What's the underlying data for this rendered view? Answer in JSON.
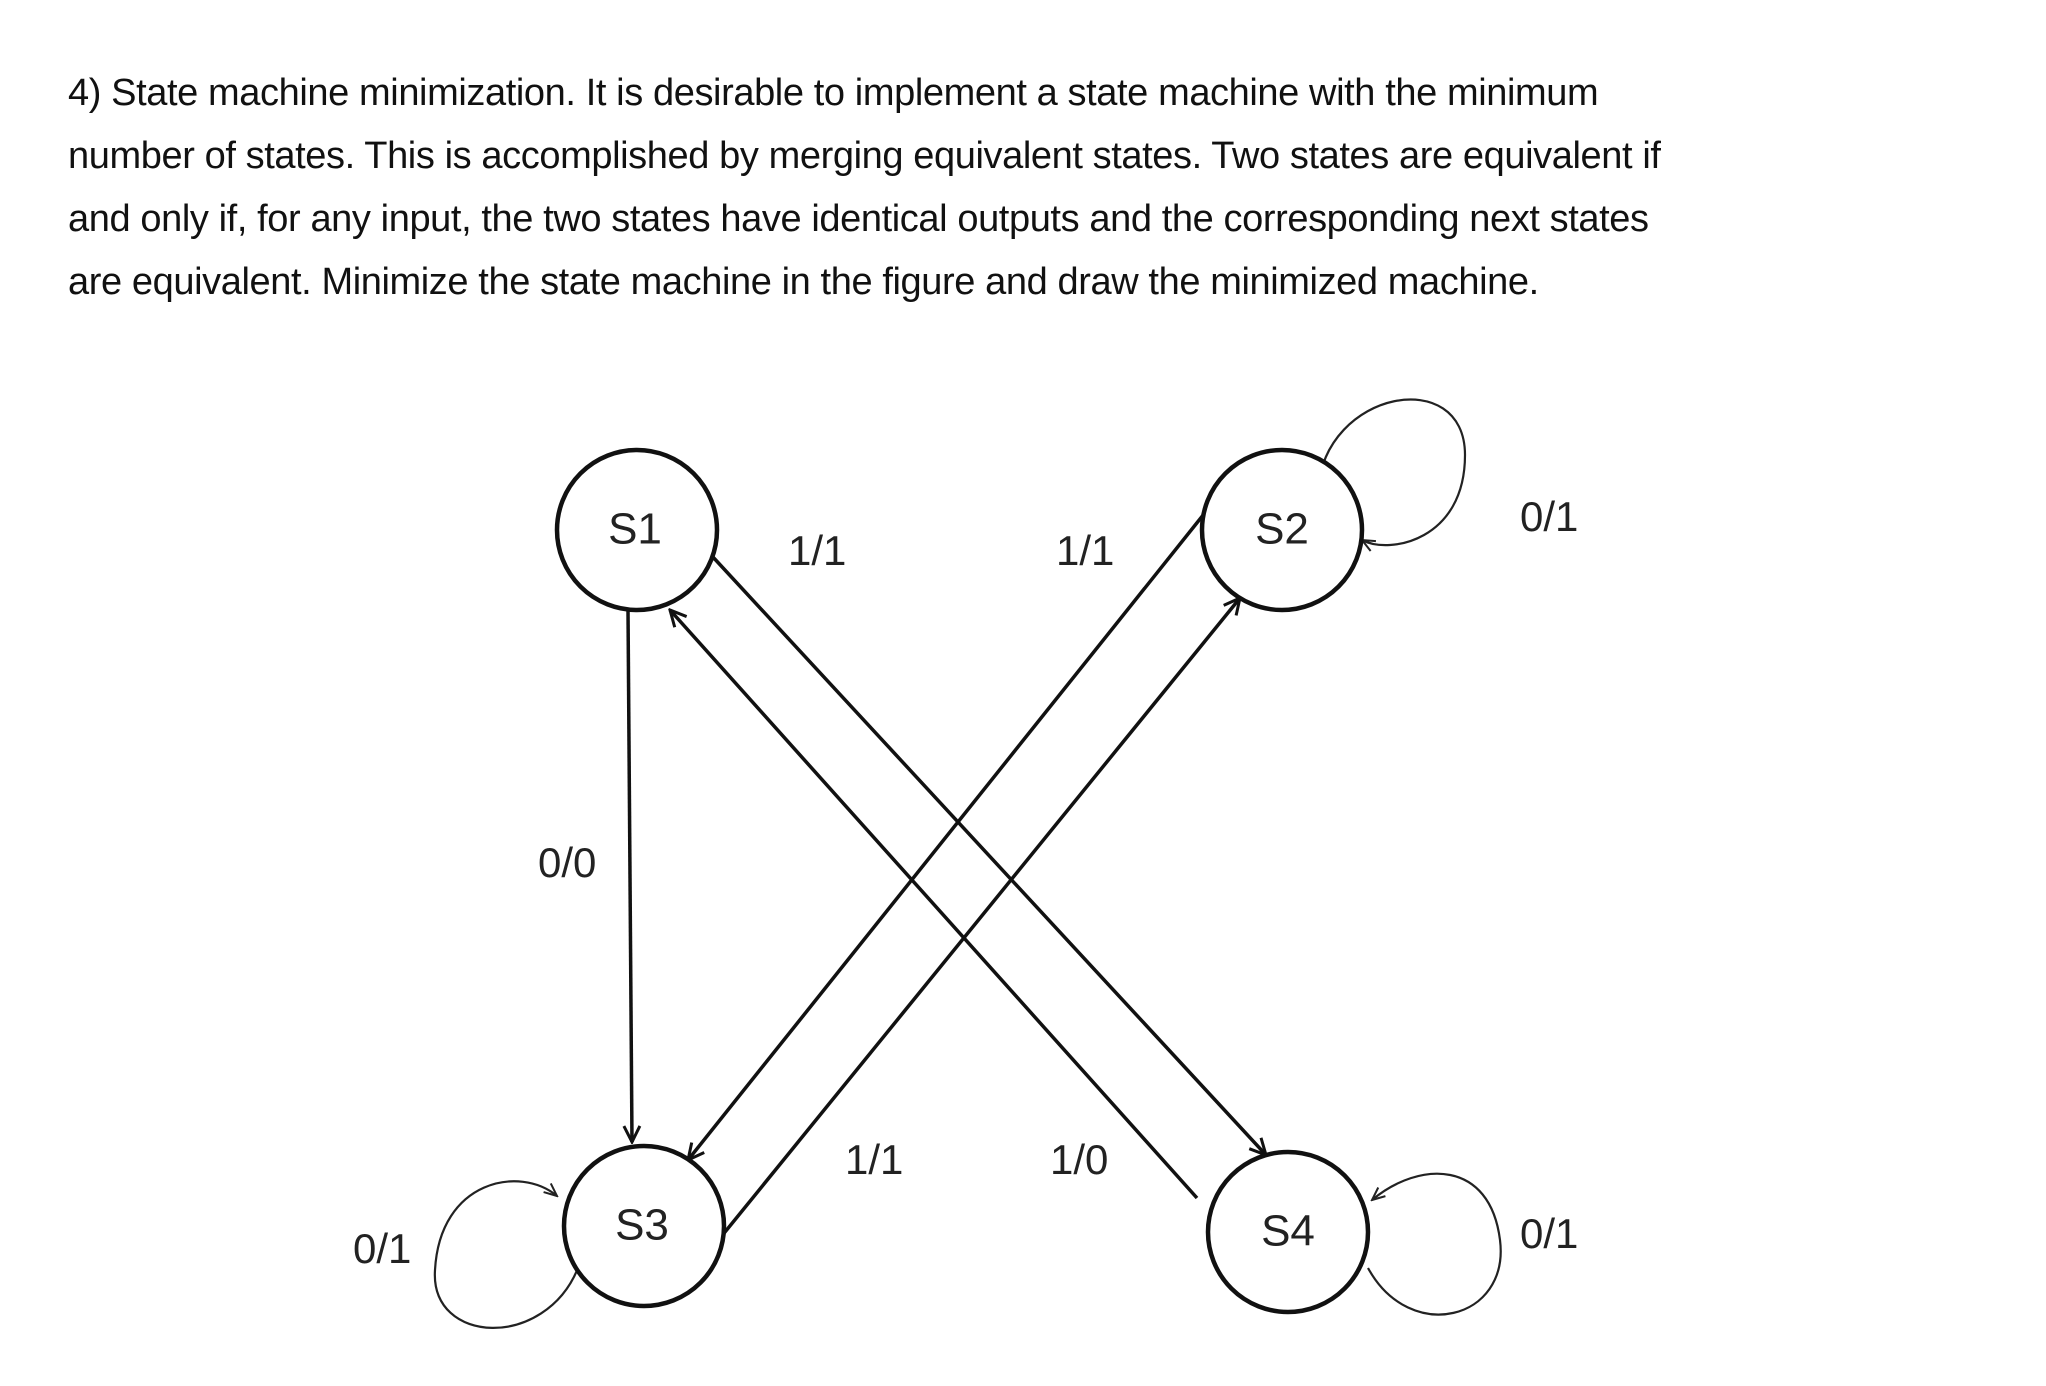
{
  "problem": {
    "lines": [
      "4) State machine minimization.  It is desirable to implement a state machine with the minimum",
      "number of states.  This is accomplished by merging equivalent states.  Two states are equivalent if",
      "and only if, for any input, the two states have identical outputs and the corresponding next states",
      "are equivalent.  Minimize the state machine in the figure and draw the minimized machine."
    ]
  },
  "diagram": {
    "states": [
      {
        "id": "S1",
        "label": "S1"
      },
      {
        "id": "S2",
        "label": "S2"
      },
      {
        "id": "S3",
        "label": "S3"
      },
      {
        "id": "S4",
        "label": "S4"
      }
    ],
    "transitions": [
      {
        "from": "S1",
        "to": "S3",
        "label": "0/0"
      },
      {
        "from": "S1",
        "to": "S4",
        "label": "1/1"
      },
      {
        "from": "S2",
        "to": "S2",
        "label": "0/1"
      },
      {
        "from": "S2",
        "to": "S3",
        "label": "1/1"
      },
      {
        "from": "S3",
        "to": "S3",
        "label": "0/1"
      },
      {
        "from": "S3",
        "to": "S2",
        "label": "1/1"
      },
      {
        "from": "S4",
        "to": "S4",
        "label": "0/1"
      },
      {
        "from": "S4",
        "to": "S1",
        "label": "1/0"
      }
    ]
  }
}
